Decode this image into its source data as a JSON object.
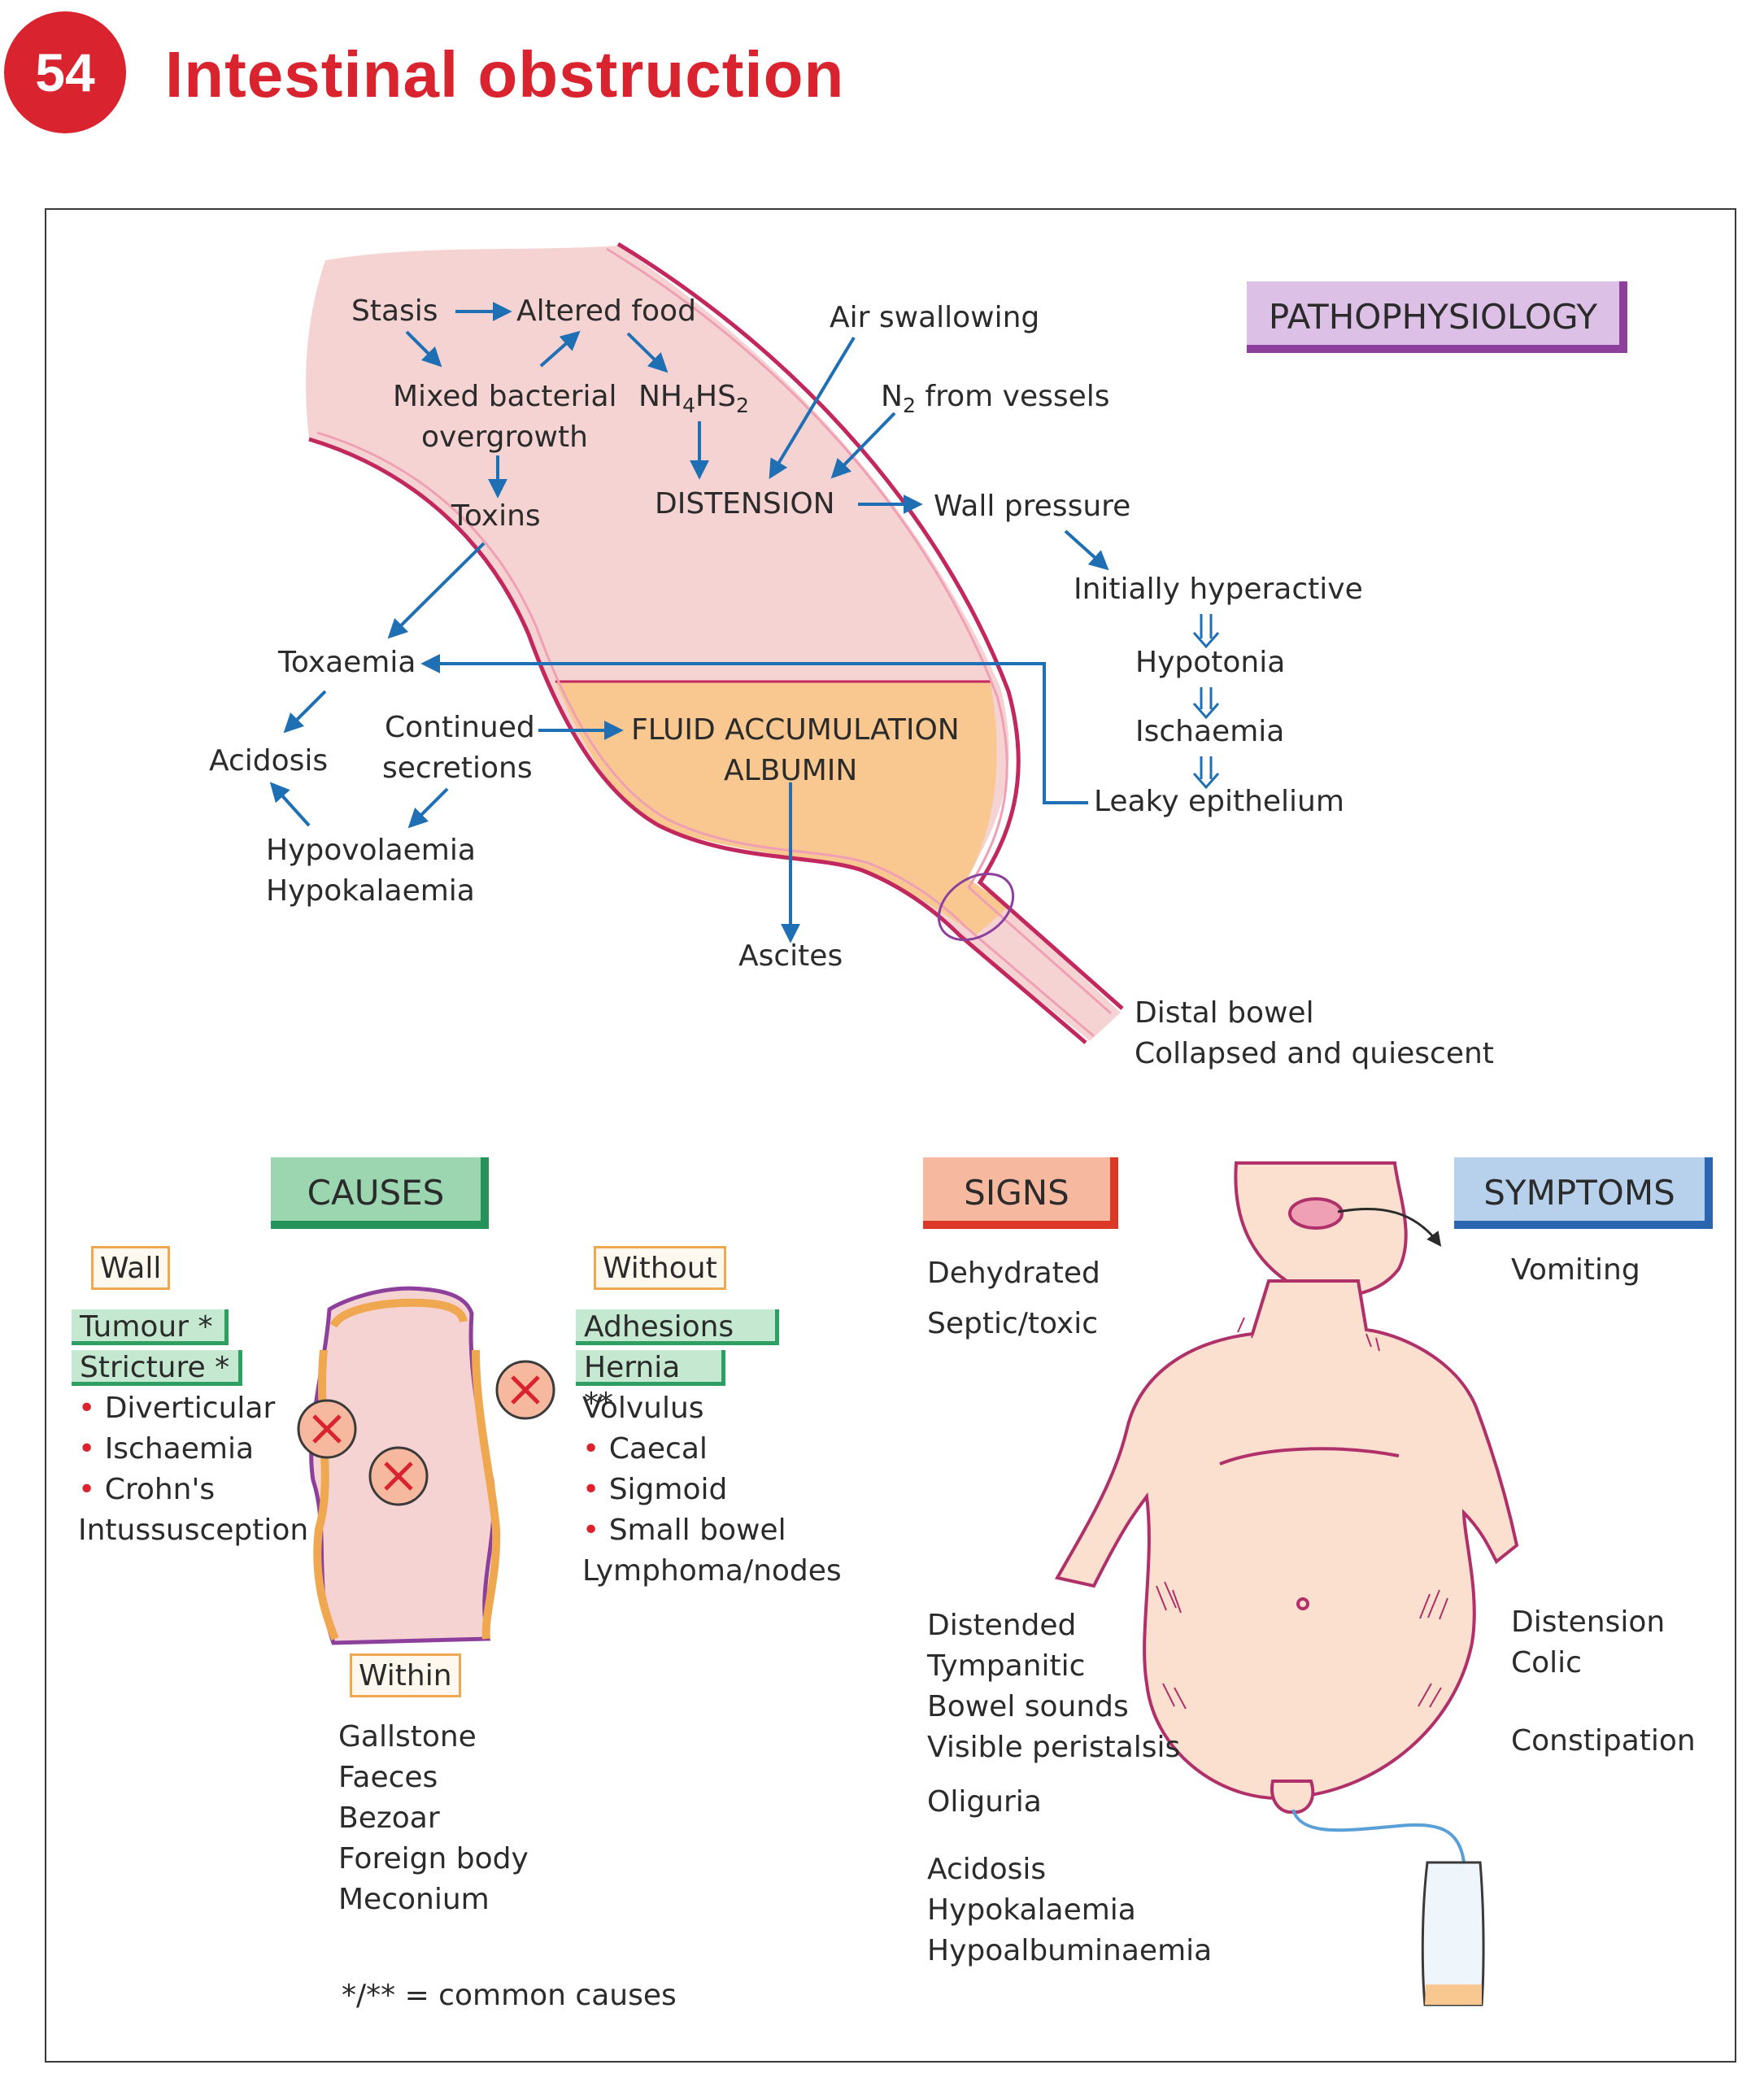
{
  "chapter": {
    "number": "54",
    "title": "Intestinal obstruction"
  },
  "badges": {
    "pathophysiology": "PATHOPHYSIOLOGY",
    "causes": "CAUSES",
    "signs": "SIGNS",
    "symptoms": "SYMPTOMS"
  },
  "patho": {
    "stasis": "Stasis",
    "altered_food": "Altered food",
    "mixed_bacterial": "Mixed bacterial",
    "overgrowth": "overgrowth",
    "nh4hs2": "NH4HS2",
    "toxins": "Toxins",
    "distension": "DISTENSION",
    "air_swallowing": "Air swallowing",
    "n2_from_vessels": "N2 from vessels",
    "wall_pressure": "Wall pressure",
    "initially_hyperactive": "Initially hyperactive",
    "hypotonia": "Hypotonia",
    "ischaemia": "Ischaemia",
    "leaky_epithelium": "Leaky epithelium",
    "toxaemia": "Toxaemia",
    "acidosis": "Acidosis",
    "continued": "Continued",
    "secretions": "secretions",
    "fluid_accumulation": "FLUID ACCUMULATION",
    "albumin": "ALBUMIN",
    "hypovolaemia": "Hypovolaemia",
    "hypokalaemia": "Hypokalaemia",
    "ascites": "Ascites",
    "distal_bowel": "Distal bowel",
    "collapsed_quiescent": "Collapsed and quiescent"
  },
  "causes": {
    "wall": {
      "title": "Wall",
      "highlighted": [
        "Tumour *",
        "Stricture *"
      ],
      "items": [
        "Diverticular",
        "Ischaemia",
        "Crohn's"
      ],
      "extra": "Intussusception"
    },
    "without": {
      "title": "Without",
      "highlighted": [
        "Adhesions **",
        "Hernia **"
      ],
      "heading": "Volvulus",
      "items": [
        "Caecal",
        "Sigmoid",
        "Small bowel"
      ],
      "extra": "Lymphoma/nodes"
    },
    "within": {
      "title": "Within",
      "items": [
        "Gallstone",
        "Faeces",
        "Bezoar",
        "Foreign body",
        "Meconium"
      ]
    },
    "footnote": "*/** = common causes"
  },
  "signs": {
    "top": [
      "Dehydrated",
      "Septic/toxic"
    ],
    "abdomen": [
      "Distended",
      "Tympanitic",
      "Bowel sounds",
      "Visible peristalsis"
    ],
    "oliguria": "Oliguria",
    "labs": [
      "Acidosis",
      "Hypokalaemia",
      "Hypoalbuminaemia"
    ]
  },
  "symptoms": {
    "vomiting": "Vomiting",
    "abdomen": [
      "Distension",
      "Colic"
    ],
    "constipation": "Constipation"
  },
  "colors": {
    "brand_red": "#d9232e",
    "arrow_blue": "#1f6fb4",
    "bowel_pink": "#f6d3d3",
    "bowel_wall": "#c2285e",
    "fluid_orange": "#f8c890",
    "skin": "#fbe0d0",
    "skin_outline": "#b0306a"
  },
  "icons": [
    "cross-mark-icon",
    "drainage-bag-icon",
    "down-double-arrow-icon"
  ]
}
